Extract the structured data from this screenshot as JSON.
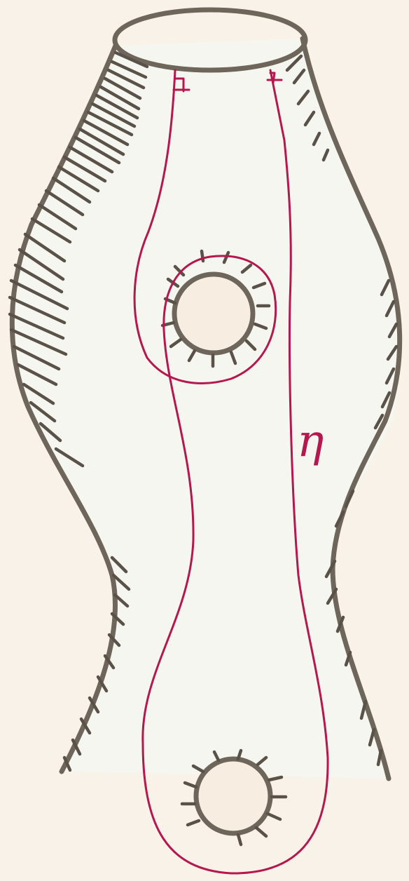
{
  "diagram": {
    "curve_label": "η",
    "colors": {
      "background": "#f8f2e8",
      "surface": "#f6f6f0",
      "outline": "#6e655b",
      "hatching": "#5a5249",
      "curve": "#b5174f",
      "hole": "#f8ede1"
    },
    "elements": [
      "surface-outline",
      "top-boundary-ellipse",
      "upper-hole",
      "lower-hole",
      "closed-curve-eta",
      "right-angle-marks"
    ]
  }
}
